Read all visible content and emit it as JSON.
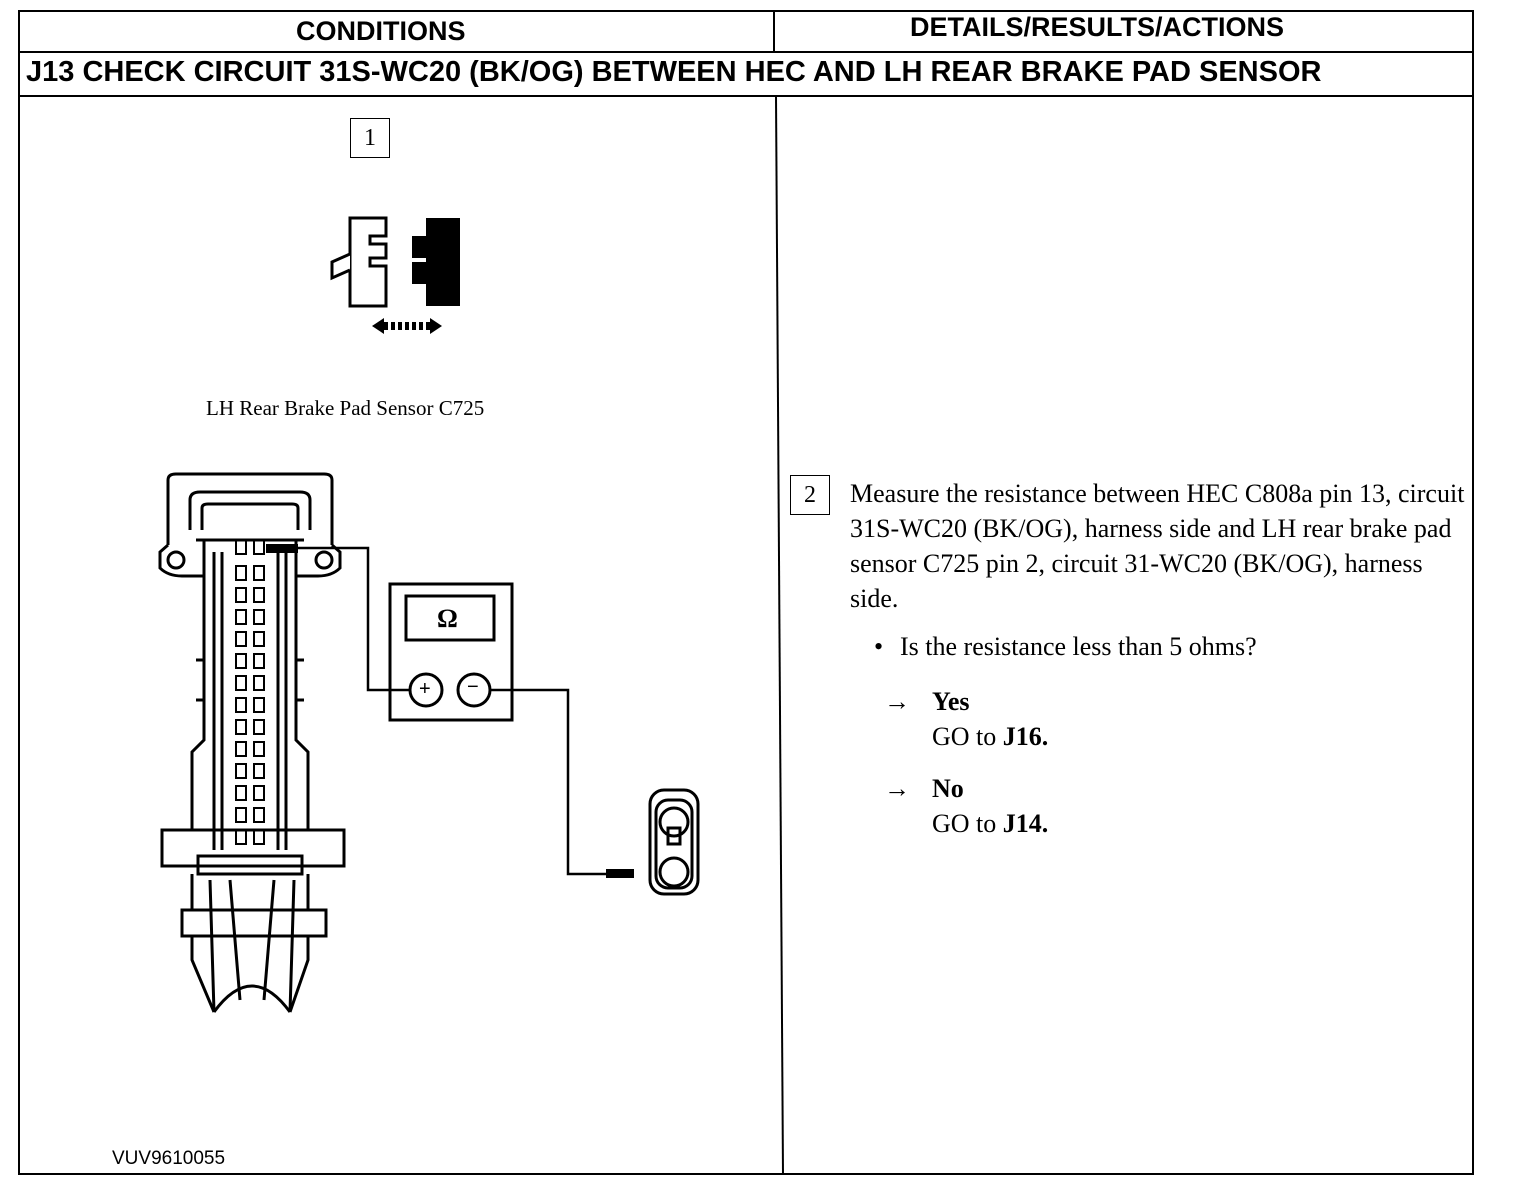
{
  "header": {
    "conditions": "CONDITIONS",
    "details": "DETAILS/RESULTS/ACTIONS"
  },
  "title": "J13  CHECK CIRCUIT 31S-WC20 (BK/OG) BETWEEN HEC AND LH REAR BRAKE PAD SENSOR",
  "conditions": {
    "step1_number": "1",
    "connector_caption": "LH Rear Brake Pad Sensor C725",
    "meter_symbol": "Ω",
    "meter_plus": "+",
    "meter_minus": "−",
    "figure_ref": "VUV9610055"
  },
  "details": {
    "step2_number": "2",
    "step2_text": "Measure the resistance between HEC C808a pin 13, circuit 31S-WC20 (BK/OG), harness side and LH rear brake pad sensor C725 pin 2, circuit 31-WC20 (BK/OG), harness side.",
    "question": "Is the resistance less than 5 ohms?",
    "bullet_symbol": "•",
    "arrow_symbol": "→",
    "yes": {
      "label": "Yes",
      "action_prefix": "GO to ",
      "action_target": "J16."
    },
    "no": {
      "label": "No",
      "action_prefix": "GO to ",
      "action_target": "J14."
    }
  }
}
